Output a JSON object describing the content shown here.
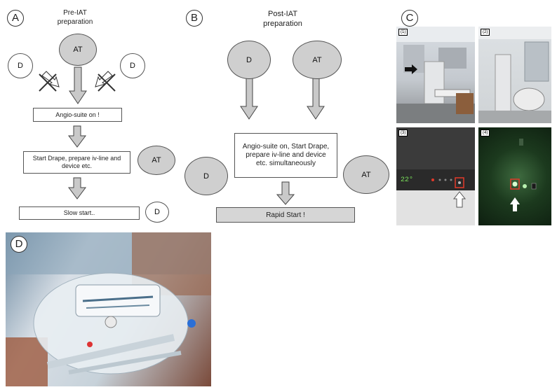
{
  "panelA": {
    "letter": "A",
    "title_line1": "Pre-IAT",
    "title_line2": "preparation",
    "at_label": "AT",
    "d_left_label": "D",
    "d_right_label": "D",
    "step1": "Angio-suite on !",
    "step2": "Start Drape, prepare iv-line and device etc.",
    "at_side_label": "AT",
    "step3": "Slow start..",
    "d_bottom_label": "D"
  },
  "panelB": {
    "letter": "B",
    "title_line1": "Post-IAT",
    "title_line2": "preparation",
    "d_label": "D",
    "at_label": "AT",
    "step1": "Angio-suite on, Start Drape, prepare iv-line and device etc. simultaneously",
    "d_side_label": "D",
    "at_side_label": "AT",
    "step2": "Rapid Start !"
  },
  "panelC": {
    "letter": "C",
    "photo_tags": [
      "(1)",
      "(2)",
      "(3)",
      "(4)"
    ],
    "display_reading": "22°"
  },
  "panelD": {
    "letter": "D"
  },
  "colors": {
    "node_grey": "#cfcfcf",
    "arrow_grey": "#c9c9c9",
    "highlight_red": "#e23a2a"
  }
}
